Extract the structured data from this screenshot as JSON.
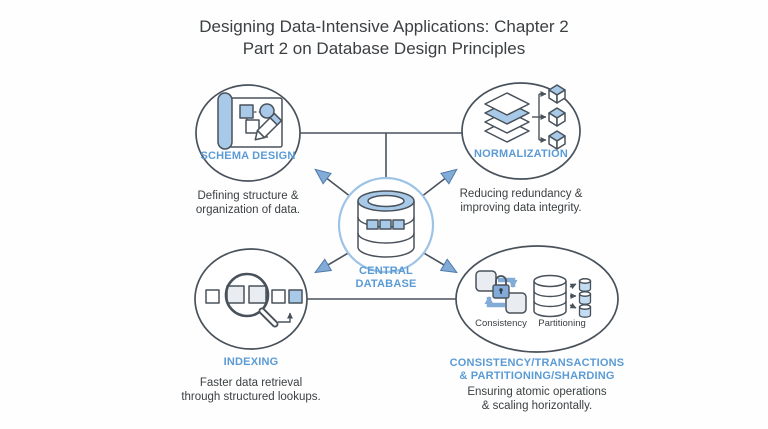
{
  "title": {
    "line1": "Designing Data-Intensive Applications: Chapter 2",
    "line2": "Part 2 on Database Design Principles"
  },
  "colors": {
    "accent_blue": "#5B9BD5",
    "text_dark": "#3C4043",
    "outline": "#49525B",
    "icon_fill": "#A9C9E8",
    "icon_fill_light": "#C4DCF2",
    "arrow_fill": "#82ABD8",
    "arrow_stroke": "#4E79A9",
    "center_ring": "#9DC3E6",
    "shape_gray": "#E9EDF1"
  },
  "center": {
    "label_line1": "CENTRAL",
    "label_line2": "DATABASE",
    "icon": "database-cylinder-icon"
  },
  "nodes": {
    "schema_design": {
      "label": "SCHEMA DESIGN",
      "desc_line1": "Defining structure &",
      "desc_line2": "organization of data.",
      "icon": "blueprint-pencil-icon"
    },
    "normalization": {
      "label": "NORMALIZATION",
      "desc_line1": "Reducing redundancy &",
      "desc_line2": "improving data integrity.",
      "icon": "layers-to-cubes-icon"
    },
    "indexing": {
      "label": "INDEXING",
      "desc_line1": "Faster data retrieval",
      "desc_line2": "through structured lookups.",
      "icon": "magnifier-blocks-icon"
    },
    "consistency_partitioning": {
      "label_line1": "CONSISTENCY/TRANSACTIONS",
      "label_line2": "& PARTITIONING/SHARDING",
      "desc_line1": "Ensuring atomic operations",
      "desc_line2": "& scaling horizontally.",
      "sub_label_left": "Consistency",
      "sub_label_right": "Partitioning",
      "icon_left": "lock-sync-icon",
      "icon_right": "database-shards-icon"
    }
  }
}
